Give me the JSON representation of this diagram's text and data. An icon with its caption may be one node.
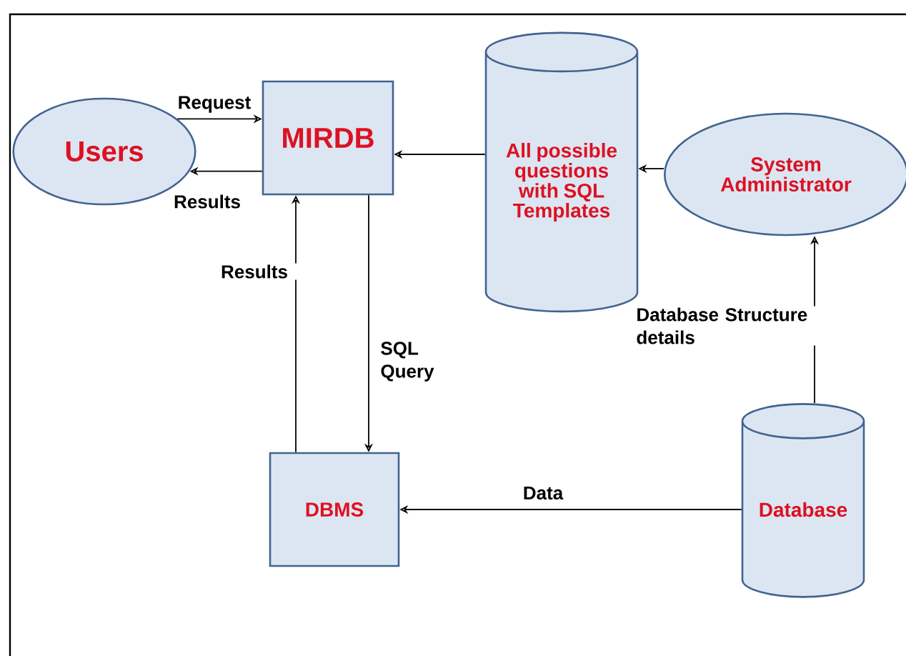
{
  "diagram": {
    "nodes": [
      {
        "text": [
          "Users"
        ]
      },
      {
        "text": [
          "MIRDB"
        ]
      },
      {
        "text": [
          "All possible questions with SQL Templates"
        ]
      },
      {
        "text": [
          "System Administrator"
        ]
      },
      {
        "text": [
          "DBMS"
        ]
      },
      {
        "text": [
          "Database"
        ]
      }
    ],
    "edges": [
      {
        "from": 0,
        "to": 1,
        "arrow": "to",
        "label": "Request"
      },
      {
        "from": 1,
        "to": 0,
        "arrow": "to",
        "label": "Results"
      },
      {
        "from": 2,
        "to": 1,
        "arrow": "to"
      },
      {
        "from": 3,
        "to": 2,
        "arrow": "to"
      },
      {
        "from": 1,
        "to": 4,
        "arrow": "to",
        "label": "SQL Query"
      },
      {
        "from": 4,
        "to": 1,
        "arrow": "to",
        "label": "Results"
      },
      {
        "from": 5,
        "to": 4,
        "arrow": "to",
        "label": "Data"
      },
      {
        "from": 5,
        "to": 3,
        "arrow": "to",
        "label": "Database Structure details"
      }
    ]
  }
}
